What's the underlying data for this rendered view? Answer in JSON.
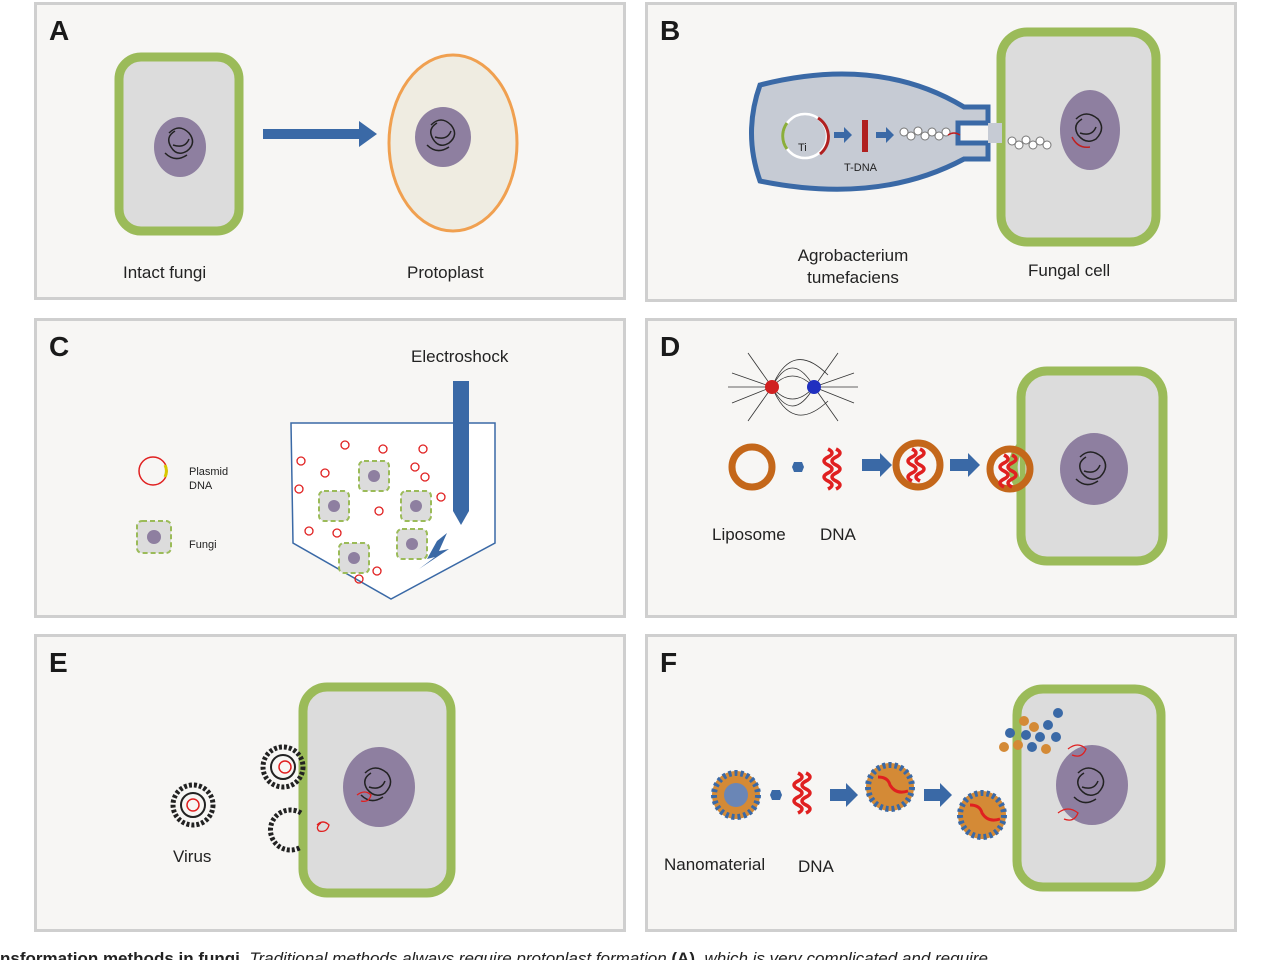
{
  "panels": {
    "a": {
      "letter": "A",
      "label_left": "Intact fungi",
      "label_right": "Protoplast"
    },
    "b": {
      "letter": "B",
      "ti": "Ti",
      "tdna": "T-DNA",
      "agro_line1": "Agrobacterium",
      "agro_line2": "tumefaciens",
      "fungal": "Fungal cell"
    },
    "c": {
      "letter": "C",
      "electroshock": "Electroshock",
      "plasmid_line1": "Plasmid",
      "plasmid_line2": "DNA",
      "fungi": "Fungi"
    },
    "d": {
      "letter": "D",
      "liposome": "Liposome",
      "dna": "DNA"
    },
    "e": {
      "letter": "E",
      "virus": "Virus"
    },
    "f": {
      "letter": "F",
      "nanomaterial": "Nanomaterial",
      "dna": "DNA"
    }
  },
  "caption": {
    "bold": "nsformation methods in fungi.",
    "text": " Traditional methods always require protoplast formation ",
    "ref": "(A)",
    "rest": ", which is very complicated and require"
  },
  "colors": {
    "cell_wall": "#9bbb59",
    "cell_fill": "#dcdcdc",
    "nucleus": "#8e7fa0",
    "arrow": "#3a69a6",
    "protoplast_border": "#f0a050",
    "protoplast_fill": "#efece1",
    "plasmid": "#e02020",
    "liposome": "#c4671a"
  }
}
